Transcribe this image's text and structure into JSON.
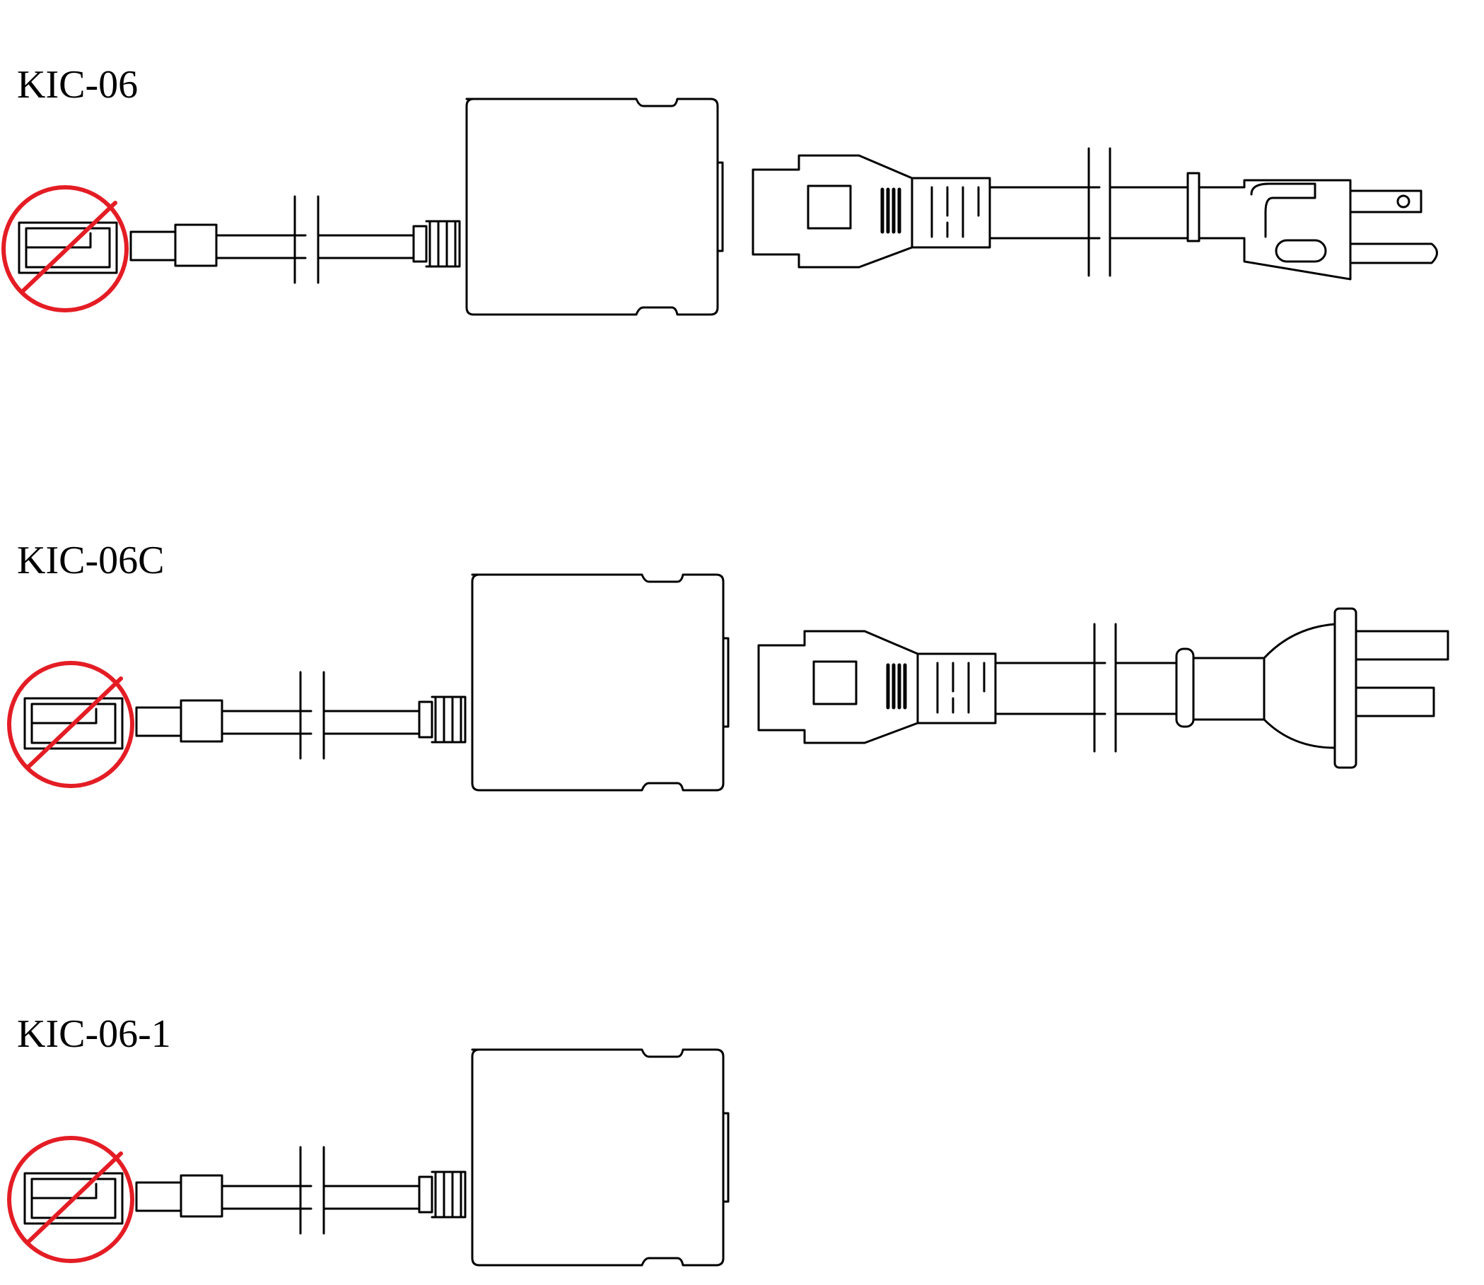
{
  "models": [
    {
      "label": "KIC-06",
      "plug": "us-3-prong-plug",
      "has_ac_cord": true
    },
    {
      "label": "KIC-06C",
      "plug": "cn-2-prong-plug",
      "has_ac_cord": true
    },
    {
      "label": "KIC-06-1",
      "plug": "none",
      "has_ac_cord": false
    }
  ],
  "colors": {
    "line": "#000000",
    "prohibit": "#e41d25",
    "background": "#ffffff"
  }
}
